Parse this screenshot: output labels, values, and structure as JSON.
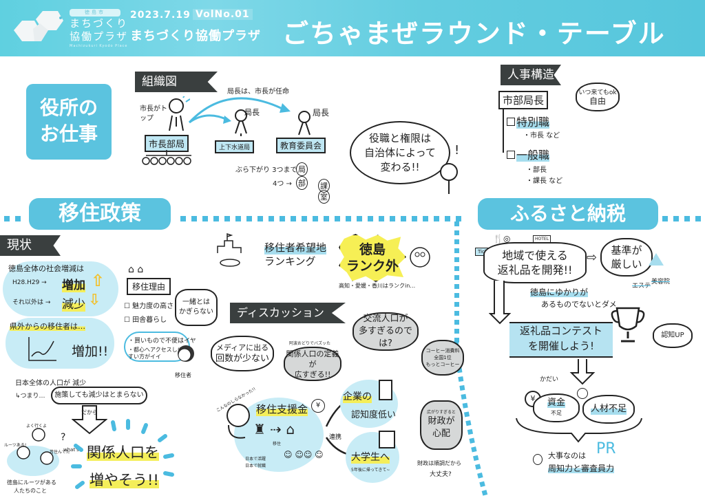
{
  "header": {
    "logo_badge": "徳島市",
    "logo_title_line1": "まちづくり",
    "logo_title_line2": "協働プラザ",
    "logo_subtitle": "Machizukuri Kyodo Place",
    "date": "2023.7.19",
    "volume": "VolNo.01",
    "organizer": "まちづくり協働プラザ",
    "title": "ごちゃまぜラウンド・テーブル"
  },
  "colors": {
    "header_bg": "#5fd0e0",
    "accent_blue": "#5bc3df",
    "dot_blue": "#4bbbe0",
    "highlight_yellow": "#f4ee5a",
    "flag_dark": "#3a3f3f",
    "light_blue_fill": "#c8ecf6",
    "bubble_gray": "#d6d8d8"
  },
  "section_yakusho": {
    "label_line1": "役所の",
    "label_line2": "お仕事",
    "org_chart": {
      "flag": "組織図",
      "top_note": "市長がトップ",
      "appoint_note": "局長は、市長が任命",
      "mayor_dept": "市長部局",
      "chief1": "局長",
      "chief2": "局長",
      "dept_water": "上下水道局",
      "dept_education": "教育委員会",
      "hierarchy_note": "ぶら下がり 3つまで",
      "hierarchy_note2": "4つ →",
      "nodes": [
        "局",
        "部",
        "課",
        "室"
      ]
    },
    "speech": {
      "line1": "役職と権限は",
      "line2": "自治体によって",
      "line3": "変わる!!"
    },
    "personnel": {
      "flag": "人事構造",
      "head": "市部局長",
      "cloud_line1": "いつ来てもok",
      "cloud_line2": "自由",
      "special_title": "特別職",
      "special_items": [
        "・市長 など"
      ],
      "general_title": "一般職",
      "general_items": [
        "・部長",
        "・課長 など"
      ]
    }
  },
  "section_iju": {
    "label": "移住政策",
    "current_flag": "現状",
    "stats": {
      "heading": "徳島全体の社会増減は",
      "row1_left": "H28.H29 →",
      "row1_right": "増加",
      "row2_left": "それ以外は →",
      "row2_right": "減少"
    },
    "out_of_pref": {
      "line1": "県外からの移住者は…",
      "result": "増加!!"
    },
    "reasons": {
      "box": "移住理由",
      "items": [
        "魅力度の高さ",
        "田舎暮らし"
      ],
      "burst_line1": "一緒とは",
      "burst_line2": "かぎらない",
      "resident_line1": "・買いもので不便はイヤ",
      "resident_line2": "・都心へアクセスしやすい方がイイ",
      "resident_label": "移住者"
    },
    "decline": {
      "line1": "日本全体の人口が 減少",
      "line2_prefix": "↳つまり…",
      "line2": "施策しても減少はとまらない",
      "arrow_label": "だから"
    },
    "related": {
      "line1": "関係人口を",
      "line2": "増やそう!!",
      "what": "what's",
      "desc_line1": "徳島にルーツがある",
      "desc_line2": "人たちのこと",
      "people_notes": [
        "よく行くよ",
        "ルーツある!",
        "昔住んでた"
      ]
    },
    "ranking": {
      "line1": "移住者希望地",
      "line2": "ランキング",
      "burst_line1": "徳島",
      "burst_line2": "ランク外",
      "note": "高知・愛媛・香川はランクin…"
    },
    "discussion": {
      "flag": "ディスカッション",
      "bubbles": [
        {
          "line1": "メディアに出る",
          "line2": "回数が少ない"
        },
        {
          "line1": "関係人口の定義が",
          "line2": "広すぎる!!",
          "note": "阿波おどりでバズッた"
        },
        {
          "line1": "交流人口が",
          "line2": "多すぎるのでは?"
        },
        {
          "line1": "コーヒー消費料",
          "line2": "全国1位",
          "line3": "もっとコーヒー"
        }
      ]
    },
    "support": {
      "title": "移住支援金",
      "shout": "こんなのしらなかった!!",
      "notes": [
        "日本で活躍",
        "日本で就職"
      ],
      "move_label": "移住",
      "link": "連携",
      "corp_line1": "企業の",
      "corp_line2": "認知度低い",
      "student": "大学生へ",
      "student_note": "5年後に帰ってきて~",
      "finance_line0": "広がりすぎると",
      "finance_line1": "財政が",
      "finance_line2": "心配",
      "finance_note_line1": "財政は順調だから",
      "finance_note_line2": "大丈夫?"
    }
  },
  "section_furusato": {
    "label": "ふるさと納税",
    "develop_line1": "地域で使える",
    "develop_line2": "返礼品を開発!!",
    "icons": [
      "ticket",
      "hotel",
      "cutlery"
    ],
    "strict_line1": "基準が",
    "strict_line2": "厳しい",
    "rejected": [
      "エステ",
      "美容院"
    ],
    "rule_line1": "徳島にゆかりが",
    "rule_line2": "あるものでないとダメ",
    "contest_line1": "返礼品コンテスト",
    "contest_line2": "を開催しよう!",
    "recognition": "認知UP",
    "issues_label": "かだい",
    "issues": [
      {
        "line1": "資金",
        "line2": "不足"
      },
      {
        "line1": "人材不足"
      }
    ],
    "conclusion_line1": "大事なのは",
    "conclusion_pr": "PR",
    "conclusion_line2": "周知力と審査員力"
  }
}
